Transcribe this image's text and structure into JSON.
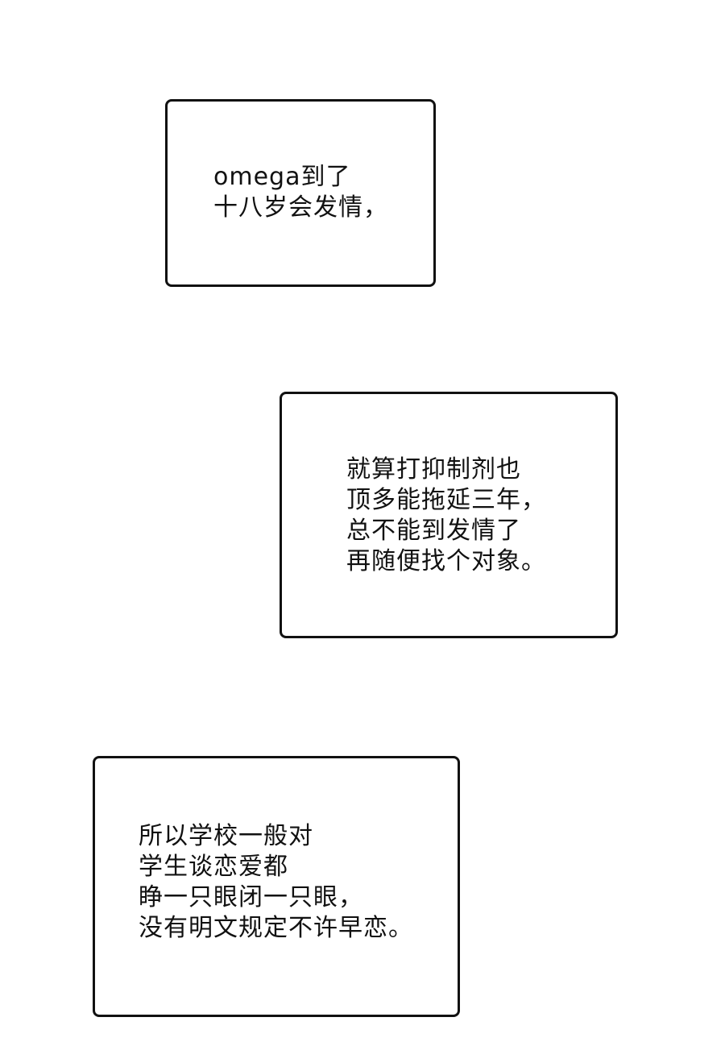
{
  "captions": [
    {
      "lines": [
        "omega到了",
        "十八岁会发情，"
      ]
    },
    {
      "lines": [
        "就算打抑制剂也",
        "顶多能拖延三年，",
        "总不能到发情了",
        "再随便找个对象。"
      ]
    },
    {
      "lines": [
        "所以学校一般对",
        "学生谈恋爱都",
        "睁一只眼闭一只眼，",
        "没有明文规定不许早恋。"
      ]
    }
  ],
  "colors": {
    "background": "#ffffff",
    "border": "#111111",
    "text": "#111111"
  }
}
